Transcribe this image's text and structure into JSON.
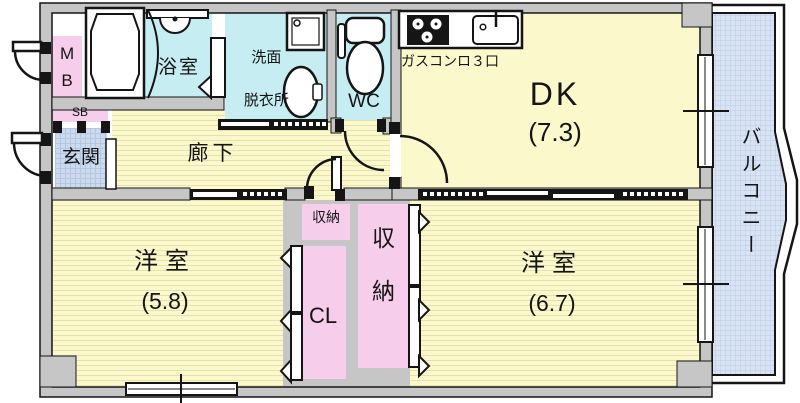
{
  "floorplan": {
    "meter_box": "MB",
    "shoe_box": "SB",
    "entrance": "玄関",
    "hallway": "廊下",
    "bathroom": "浴室",
    "washroom_line1": "洗面",
    "washroom_line2": "脱衣所",
    "toilet": "WC",
    "dining_kitchen": "DK",
    "dining_kitchen_size": "(7.3)",
    "stove_note": "ガスコンロ３口",
    "western_room_1": "洋室",
    "western_room_1_size": "(5.8)",
    "western_room_2": "洋室",
    "western_room_2_size": "(6.7)",
    "closet_hall": "収納",
    "closet_large": "収納",
    "closet_cl": "CL",
    "balcony": "バルコニー"
  },
  "colors": {
    "floor_cream": "#fbf8cc",
    "stripe_line": "#e6e2b0",
    "water_cyan": "#c6edf2",
    "storage_pink": "#f6cdea",
    "entrance_blue": "#ccdaee",
    "balcony_blue": "#d8e3f3",
    "wall_gray": "#c6c6c6",
    "line_black": "#151515"
  }
}
